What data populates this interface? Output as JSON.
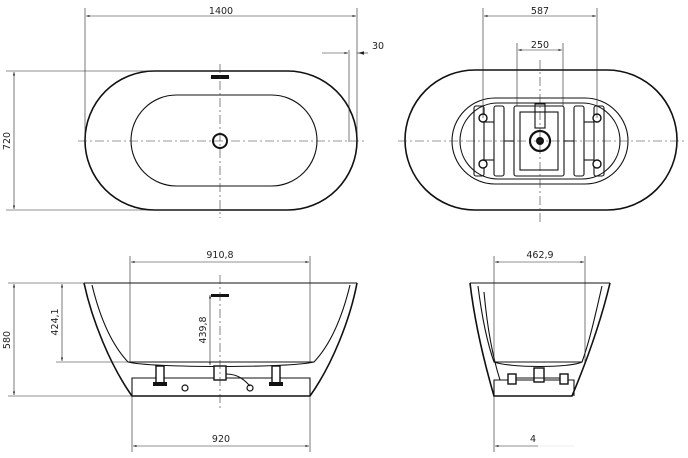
{
  "drawing": {
    "top_view": {
      "width_label": "1400",
      "height_label": "720",
      "rim_offset_label": "30"
    },
    "bottom_view": {
      "feet_span_label": "587",
      "center_span_label": "250"
    },
    "front_view": {
      "inner_width_label": "910,8",
      "height_label": "580",
      "drain_height_label": "424,1",
      "depth_label": "439,8",
      "base_width_label": "920"
    },
    "side_view": {
      "inner_width_label": "462,9",
      "base_width_label": "4"
    }
  }
}
